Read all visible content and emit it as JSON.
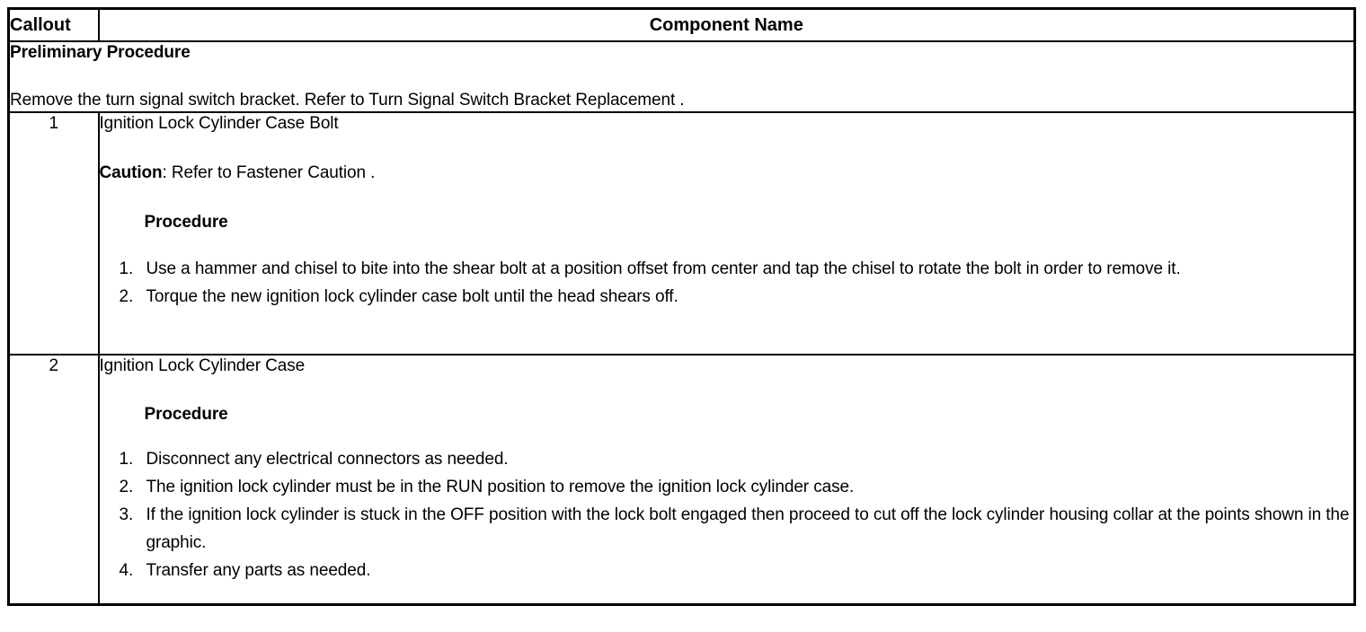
{
  "table": {
    "columns": [
      {
        "key": "callout",
        "label": "Callout"
      },
      {
        "key": "component_name",
        "label": "Component Name"
      }
    ],
    "preliminary": {
      "heading": "Preliminary Procedure",
      "text": "Remove the turn signal switch bracket. Refer to Turn Signal Switch Bracket Replacement ."
    },
    "rows": [
      {
        "callout": "1",
        "title": "Ignition Lock Cylinder Case Bolt",
        "caution_label": "Caution",
        "caution_text": ": Refer to Fastener Caution .",
        "procedure_heading": "Procedure",
        "steps": [
          "Use a hammer and chisel to bite into the shear bolt at a position offset from center and tap the chisel to rotate the bolt in order to remove it.",
          "Torque the new ignition lock cylinder case bolt until the head shears off."
        ]
      },
      {
        "callout": "2",
        "title": "Ignition Lock Cylinder Case",
        "procedure_heading": "Procedure",
        "steps": [
          "Disconnect any electrical connectors as needed.",
          "The ignition lock cylinder must be in the RUN position to remove the ignition lock cylinder case.",
          "If the ignition lock cylinder is stuck in the OFF position with the lock bolt engaged then proceed to cut off the lock cylinder housing collar at the points shown in the graphic.",
          "Transfer any parts as needed."
        ]
      }
    ]
  },
  "colors": {
    "border": "#000000",
    "text": "#000000",
    "background": "#ffffff"
  }
}
